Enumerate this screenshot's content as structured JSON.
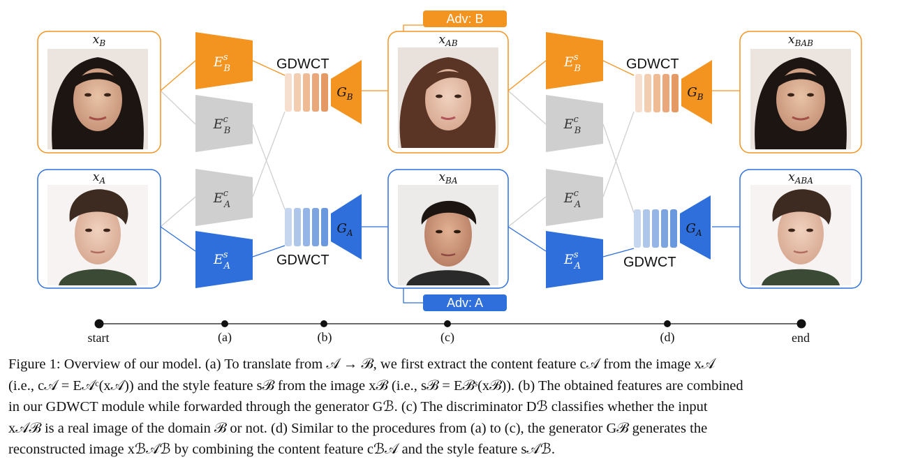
{
  "colors": {
    "orange": "#f39320",
    "blue": "#2e6fdc",
    "gray": "#cfcfcf",
    "orange_light": [
      "#f7dfcf",
      "#f3cdb0",
      "#efbb95",
      "#eaa87a"
    ],
    "blue_light": [
      "#c6d6ee",
      "#adc6ea",
      "#94b5e6",
      "#7ba4e0"
    ]
  },
  "images": {
    "xB": {
      "label": "x_B",
      "name": "face-woman-dark-hair"
    },
    "xA": {
      "label": "x_A",
      "name": "face-young-man"
    },
    "xAB": {
      "label": "x_AB",
      "name": "face-woman-long-hair"
    },
    "xBA": {
      "label": "x_BA",
      "name": "face-man-dark-hair"
    },
    "xBAB": {
      "label": "x_BAB",
      "name": "face-woman-dark-hair"
    },
    "xABA": {
      "label": "x_ABA",
      "name": "face-young-man"
    }
  },
  "encoders": {
    "EsB": "E^s_B",
    "EcB": "E^c_B",
    "EcA": "E^c_A",
    "EsA": "E^s_A"
  },
  "generators": {
    "GB": "G_B",
    "GA": "G_A"
  },
  "module_label": "GDWCT",
  "adv": {
    "B": "Adv: B",
    "A": "Adv: A"
  },
  "timeline": [
    "start",
    "(a)",
    "(b)",
    "(c)",
    "(d)",
    "end"
  ],
  "caption": [
    "Figure 1: Overview of our model. (a) To translate from 𝒜 → ℬ, we first extract the content feature c𝒜 from the image x𝒜",
    "(i.e., c𝒜 = E𝒜ᶜ(x𝒜)) and the style feature sℬ from the image xℬ (i.e., sℬ = Eℬˢ(xℬ)). (b) The obtained features are combined",
    "in our GDWCT module while forwarded through the generator Gℬ. (c) The discriminator Dℬ classifies whether the input",
    "x𝒜ℬ is a real image of the domain ℬ or not. (d) Similar to the procedures from (a) to (c), the generator Gℬ generates the",
    "reconstructed image xℬ𝒜ℬ by combining the content feature cℬ𝒜 and the style feature s𝒜ℬ."
  ]
}
